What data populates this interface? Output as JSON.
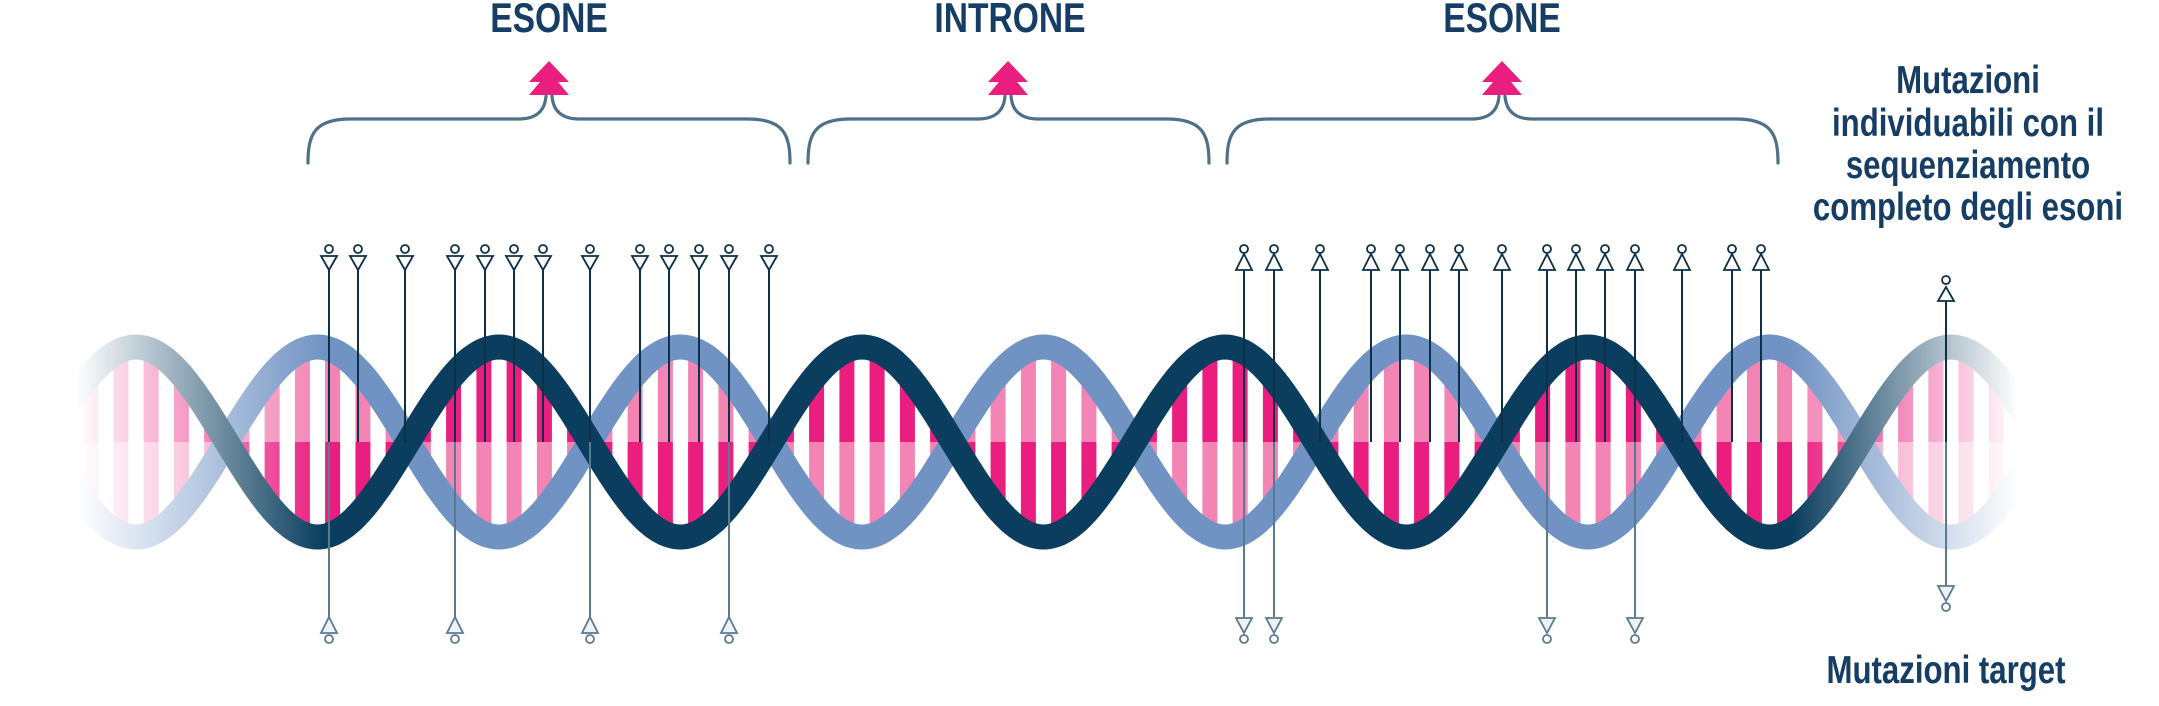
{
  "labels": {
    "exon_1": "ESONE",
    "intron": "INTRONE",
    "exon_2": "ESONE",
    "detectable_mutations": [
      "Mutazioni",
      "individuabili con il",
      "sequenziamento",
      "completo degli esoni"
    ],
    "target_mutations": "Mutazioni target"
  },
  "colors": {
    "text": "#163d63",
    "strand_dark": "#0a3d5e",
    "strand_light": "#7193c4",
    "base_strong": "#e91e7f",
    "base_soft": "#f285b4",
    "brace": "#4e7089",
    "arrow": "#e91e7f",
    "marker": "#0d2f48",
    "marker_lower": "#5a7a90"
  }
}
